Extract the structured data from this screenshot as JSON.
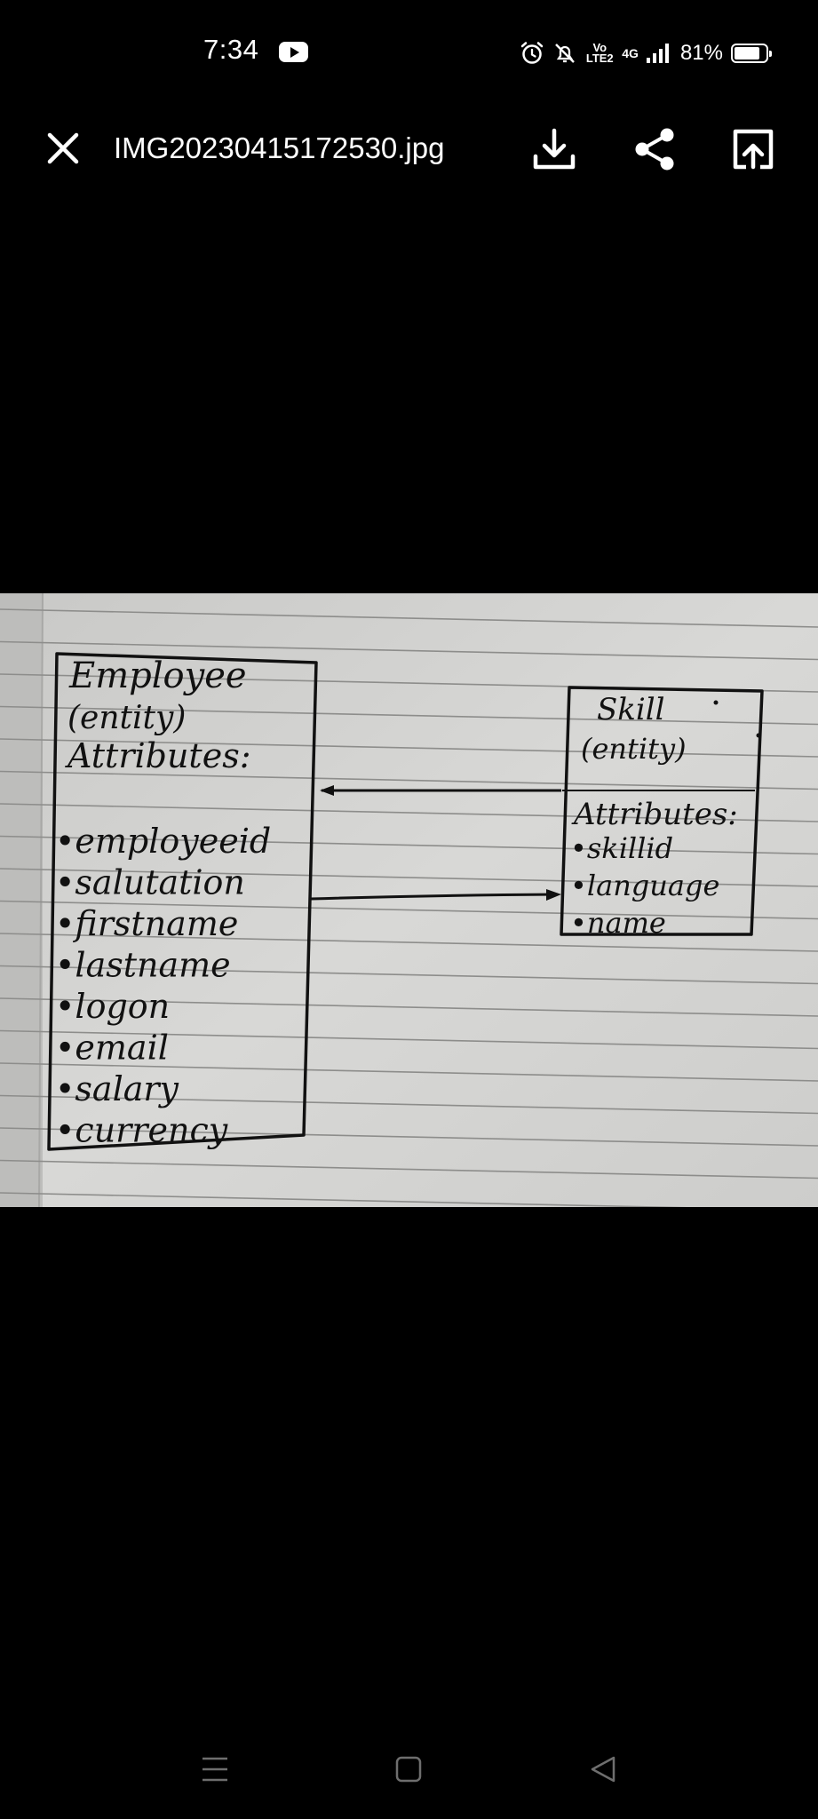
{
  "status_bar": {
    "time": "7:34",
    "volte": "Vo LTE2",
    "network": "4G",
    "battery_percent": "81%",
    "battery_level": 0.81
  },
  "viewer": {
    "file_name": "IMG20230415172530.jpg",
    "actions": [
      "close",
      "download",
      "share",
      "open-with"
    ]
  },
  "photo": {
    "employee_box": {
      "title": "Employee",
      "subtitle": "(entity)",
      "section": "Attributes:",
      "attributes": [
        "employeeid",
        "salutation",
        "firstname",
        "lastname",
        "logon",
        "email",
        "salary",
        "currency"
      ]
    },
    "skill_box": {
      "title": "Skill",
      "subtitle": "(entity)",
      "section": "Attributes:",
      "attributes": [
        "skillid",
        "language",
        "name"
      ]
    }
  },
  "icons": {
    "close": "close-icon",
    "download": "download-icon",
    "share": "share-icon",
    "open_with": "open-with-icon",
    "youtube": "youtube-icon",
    "alarm": "alarm-icon",
    "mute": "bell-off-icon"
  }
}
